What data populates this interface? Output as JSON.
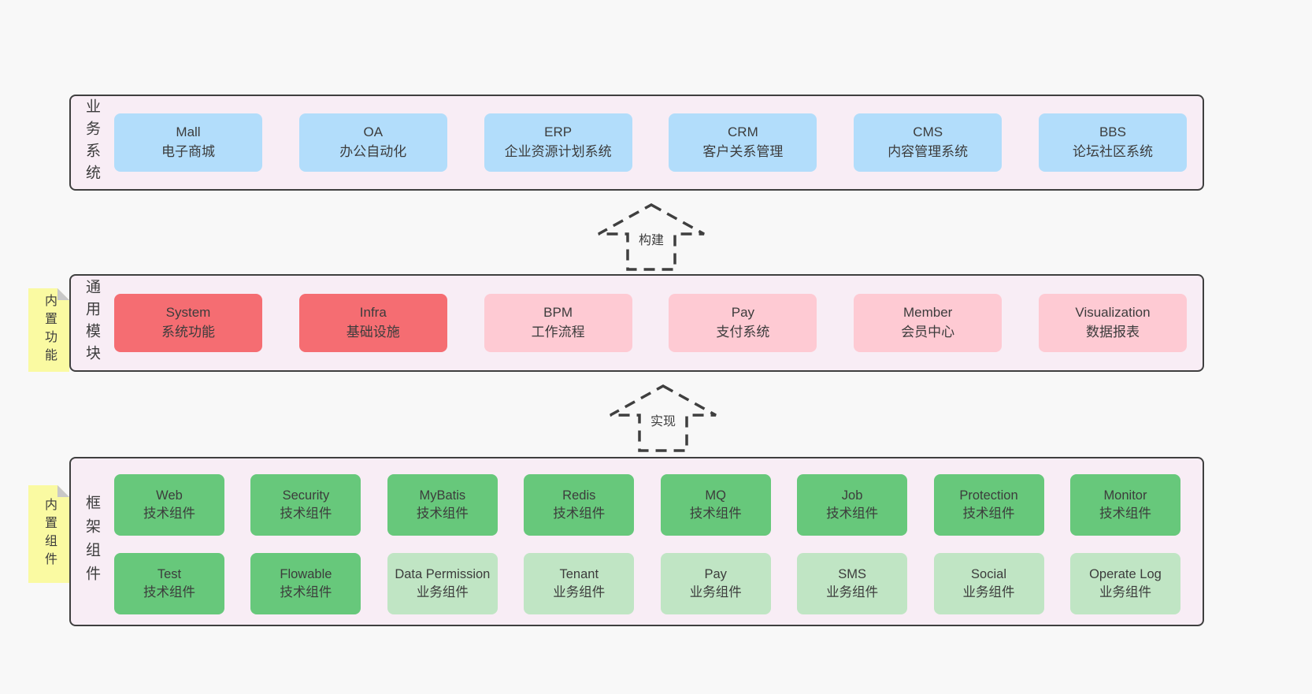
{
  "colors": {
    "page": "#f8f8f8",
    "panel": "#f8edf5",
    "border": "#3f3f3f",
    "text": "#3c3c3c",
    "blue": "#b2ddfb",
    "red": "#f56d72",
    "pink": "#fecad3",
    "green": "#67c87b",
    "greenlight": "#c0e5c4",
    "sticky": "#fafaa2",
    "fold": "#c8c8c8"
  },
  "arrows": [
    {
      "label": "构建"
    },
    {
      "label": "实现"
    }
  ],
  "panels": [
    {
      "id": "business-systems",
      "label": "业务系统",
      "boxes": [
        {
          "name": "Mall",
          "desc": "电子商城",
          "type": "blue"
        },
        {
          "name": "OA",
          "desc": "办公自动化",
          "type": "blue"
        },
        {
          "name": "ERP",
          "desc": "企业资源计划系统",
          "type": "blue"
        },
        {
          "name": "CRM",
          "desc": "客户关系管理",
          "type": "blue"
        },
        {
          "name": "CMS",
          "desc": "内容管理系统",
          "type": "blue"
        },
        {
          "name": "BBS",
          "desc": "论坛社区系统",
          "type": "blue"
        }
      ]
    },
    {
      "id": "common-modules",
      "label": "通用模块",
      "sticky": "内置功能",
      "boxes": [
        {
          "name": "System",
          "desc": "系统功能",
          "type": "red"
        },
        {
          "name": "Infra",
          "desc": "基础设施",
          "type": "red"
        },
        {
          "name": "BPM",
          "desc": "工作流程",
          "type": "pink"
        },
        {
          "name": "Pay",
          "desc": "支付系统",
          "type": "pink"
        },
        {
          "name": "Member",
          "desc": "会员中心",
          "type": "pink"
        },
        {
          "name": "Visualization",
          "desc": "数据报表",
          "type": "pink"
        }
      ]
    },
    {
      "id": "framework-components",
      "label": "框架组件",
      "sticky": "内置组件",
      "rows": [
        [
          {
            "name": "Web",
            "desc": "技术组件",
            "type": "green"
          },
          {
            "name": "Security",
            "desc": "技术组件",
            "type": "green"
          },
          {
            "name": "MyBatis",
            "desc": "技术组件",
            "type": "green"
          },
          {
            "name": "Redis",
            "desc": "技术组件",
            "type": "green"
          },
          {
            "name": "MQ",
            "desc": "技术组件",
            "type": "green"
          },
          {
            "name": "Job",
            "desc": "技术组件",
            "type": "green"
          },
          {
            "name": "Protection",
            "desc": "技术组件",
            "type": "green"
          },
          {
            "name": "Monitor",
            "desc": "技术组件",
            "type": "green"
          }
        ],
        [
          {
            "name": "Test",
            "desc": "技术组件",
            "type": "green"
          },
          {
            "name": "Flowable",
            "desc": "技术组件",
            "type": "green"
          },
          {
            "name": "Data Permission",
            "desc": "业务组件",
            "type": "greenlight"
          },
          {
            "name": "Tenant",
            "desc": "业务组件",
            "type": "greenlight"
          },
          {
            "name": "Pay",
            "desc": "业务组件",
            "type": "greenlight"
          },
          {
            "name": "SMS",
            "desc": "业务组件",
            "type": "greenlight"
          },
          {
            "name": "Social",
            "desc": "业务组件",
            "type": "greenlight"
          },
          {
            "name": "Operate Log",
            "desc": "业务组件",
            "type": "greenlight"
          }
        ]
      ]
    }
  ]
}
